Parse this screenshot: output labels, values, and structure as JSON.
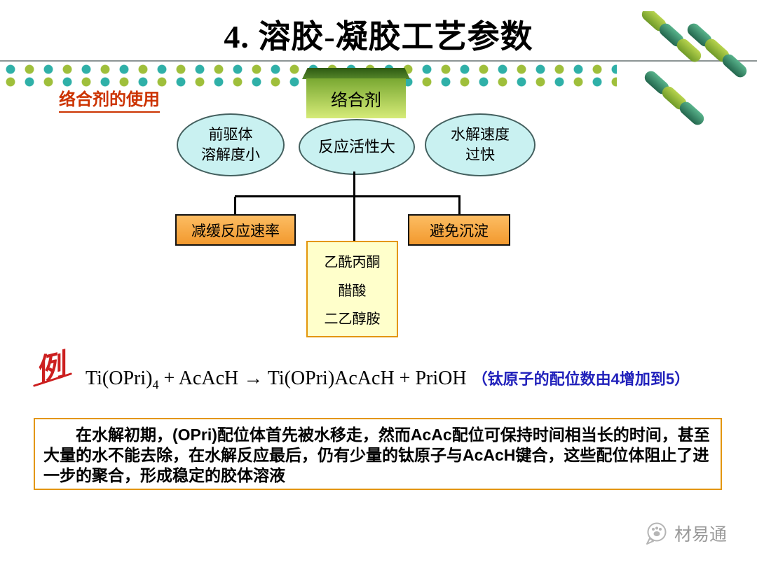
{
  "slide": {
    "title": "4. 溶胶-凝胶工艺参数",
    "section_label": "络合剂的使用"
  },
  "diagram": {
    "root": "络合剂",
    "problems": [
      {
        "lines": [
          "前驱体",
          "溶解度小"
        ]
      },
      {
        "lines": [
          "反应活性大"
        ]
      },
      {
        "lines": [
          "水解速度",
          "过快"
        ]
      }
    ],
    "benefits": [
      "减缓反应速率",
      "避免沉淀"
    ],
    "agents": [
      "乙酰丙酮",
      "醋酸",
      "二乙醇胺"
    ]
  },
  "example": {
    "marker": "例",
    "eq_base": "Ti(OPri)",
    "eq_sub": "4",
    "eq_rest": " + AcAcH → Ti(OPri)AcAcH + PriOH",
    "note": "（钛原子的配位数由4增加到5）"
  },
  "summary": {
    "text": "在水解初期，(OPri)配位体首先被水移走，然而AcAc配位可保持时间相当长的时间，甚至大量的水不能去除，在水解反应最后，仍有少量的钛原子与AcAcH键合，这些配位体阻止了进一步的聚合，形成稳定的胶体溶液"
  },
  "watermark": {
    "label": "材易通"
  },
  "colors": {
    "accent_orange": "#cc3300",
    "box_border_orange": "#e3960a",
    "note_blue": "#2121bb",
    "dot_teal": "#2fb0a8",
    "dot_green": "#9fbf3b"
  }
}
